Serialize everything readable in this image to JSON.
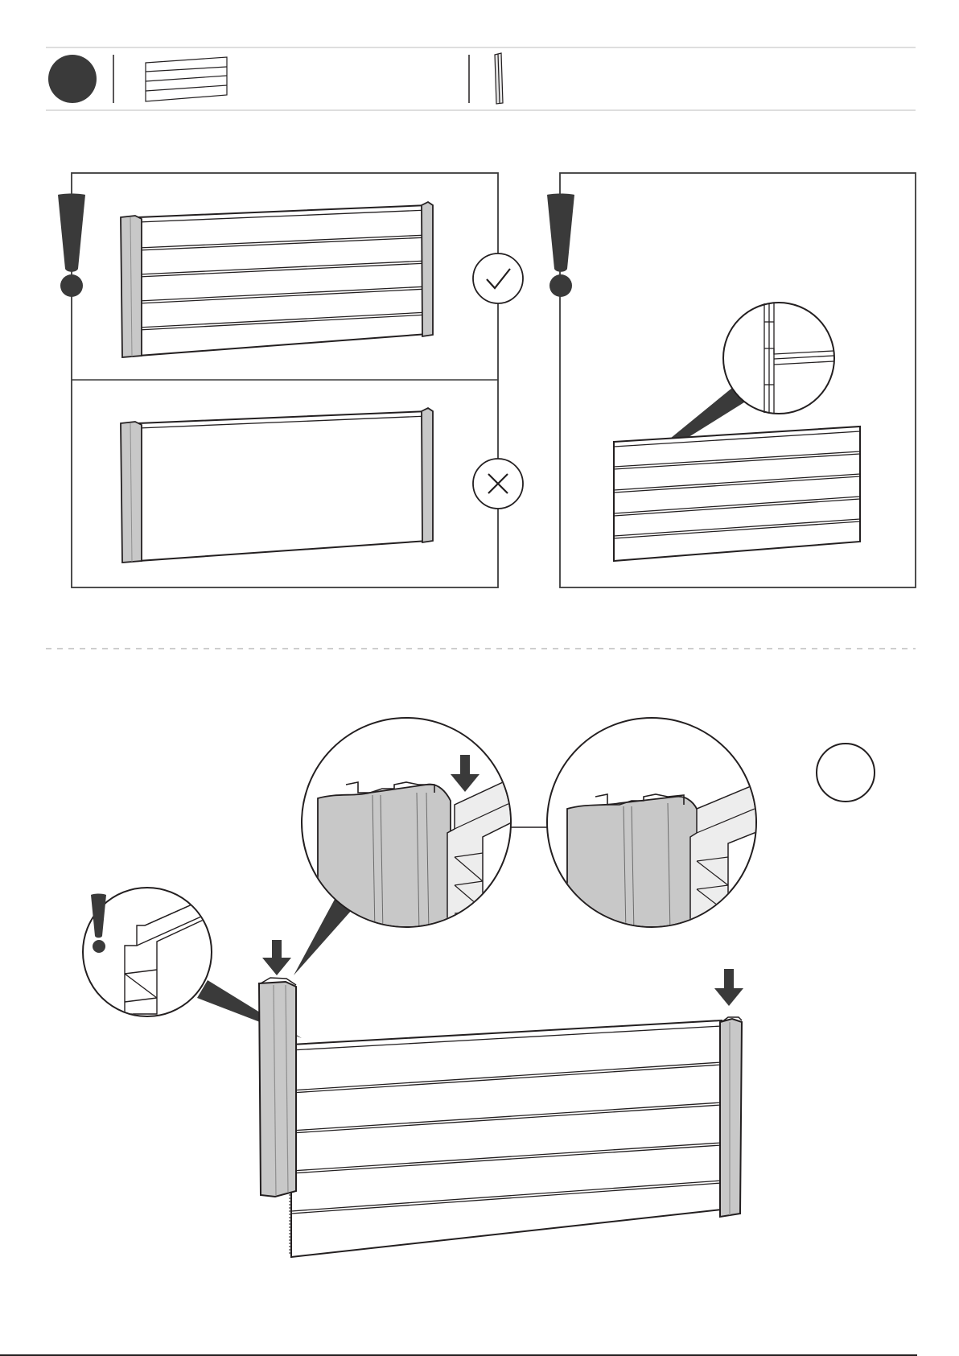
{
  "page": {
    "step_marker": "step-circle-dark",
    "parts": [
      {
        "icon": "wall-panel-icon"
      },
      {
        "icon": "corner-post-icon"
      }
    ],
    "warnings": [
      {
        "icon": "exclamation-icon",
        "meaning": "attention"
      },
      {
        "icon": "exclamation-icon",
        "meaning": "attention"
      },
      {
        "icon": "exclamation-icon",
        "meaning": "attention"
      }
    ],
    "results": [
      {
        "icon": "check-icon",
        "meaning": "correct"
      },
      {
        "icon": "cross-icon",
        "meaning": "incorrect"
      }
    ],
    "colors": {
      "ink": "#231f20",
      "post_gray": "#c8c8c8",
      "post_dark": "#a9a9a9",
      "frame": "#3a3a3a",
      "rule": "#cfcfcf"
    }
  }
}
